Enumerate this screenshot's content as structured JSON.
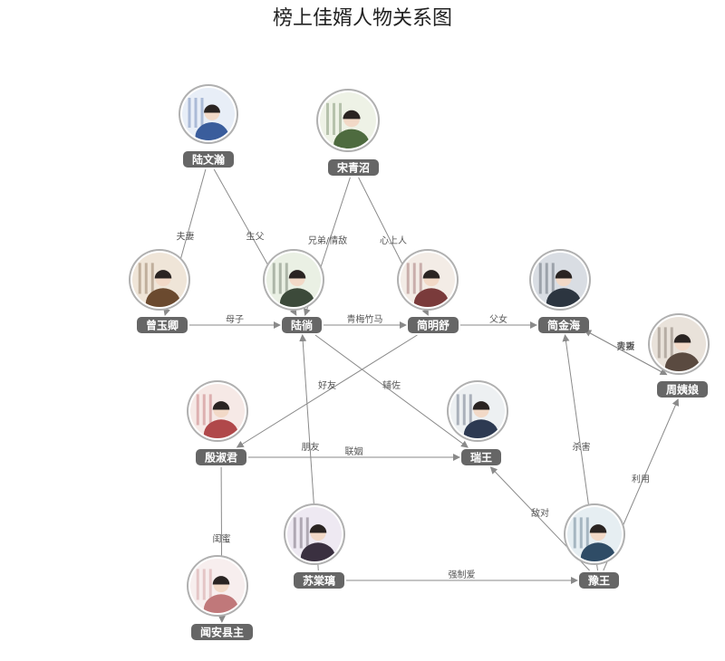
{
  "title": "榜上佳婿人物关系图",
  "colors": {
    "edge": "#8a8a8a",
    "node_label_bg": "#666666",
    "node_label_text": "#ffffff",
    "avatar_ring": "#b0b0b0"
  },
  "nodes": [
    {
      "id": "luwenhan",
      "label": "陆文瀚",
      "icon": "portrait-icon",
      "palette": [
        "#e8eef7",
        "#3a5d9c"
      ]
    },
    {
      "id": "songqingzhao",
      "label": "宋青沼",
      "icon": "portrait-icon",
      "palette": [
        "#eef2e6",
        "#4e6b3f"
      ]
    },
    {
      "id": "zengyuqing",
      "label": "曾玉卿",
      "icon": "portrait-icon",
      "palette": [
        "#efe5d8",
        "#6b4a2f"
      ]
    },
    {
      "id": "luxiao",
      "label": "陆徜",
      "icon": "portrait-icon",
      "palette": [
        "#eaf0e4",
        "#3c4a3a"
      ]
    },
    {
      "id": "jianmingshu",
      "label": "简明舒",
      "icon": "portrait-icon",
      "palette": [
        "#f3ece6",
        "#7a3b3b"
      ]
    },
    {
      "id": "jianjinhai",
      "label": "简金海",
      "icon": "portrait-icon",
      "palette": [
        "#d9dde3",
        "#2c3540"
      ]
    },
    {
      "id": "zhouyiniang",
      "label": "周姨娘",
      "icon": "portrait-icon",
      "palette": [
        "#e9e2da",
        "#5a4a40"
      ]
    },
    {
      "id": "yinshujun",
      "label": "殷淑君",
      "icon": "portrait-icon",
      "palette": [
        "#f6e9e6",
        "#b0484a"
      ]
    },
    {
      "id": "ruiwang",
      "label": "瑞王",
      "icon": "portrait-icon",
      "palette": [
        "#edf0f2",
        "#2d3a52"
      ]
    },
    {
      "id": "sutangli",
      "label": "苏棠璃",
      "icon": "portrait-icon",
      "palette": [
        "#eee9f2",
        "#3a3040"
      ]
    },
    {
      "id": "yuwang",
      "label": "豫王",
      "icon": "portrait-icon",
      "palette": [
        "#e6eef2",
        "#2f4c66"
      ]
    },
    {
      "id": "wenanxianzhu",
      "label": "闻安县主",
      "icon": "portrait-icon",
      "palette": [
        "#f7eeee",
        "#c0787a"
      ]
    }
  ],
  "edges": [
    {
      "source": "luwenhan",
      "target": "zengyuqing",
      "label": "夫妻"
    },
    {
      "source": "luwenhan",
      "target": "luxiao",
      "label": "生父"
    },
    {
      "source": "songqingzhao",
      "target": "luxiao",
      "label": "兄弟/情敌"
    },
    {
      "source": "songqingzhao",
      "target": "jianmingshu",
      "label": "心上人"
    },
    {
      "source": "zengyuqing",
      "target": "luxiao",
      "label": "母子"
    },
    {
      "source": "luxiao",
      "target": "jianmingshu",
      "label": "青梅竹马"
    },
    {
      "source": "jianmingshu",
      "target": "jianjinhai",
      "label": "父女"
    },
    {
      "source": "jianjinhai",
      "target": "zhouyiniang",
      "label": "背叛"
    },
    {
      "source": "zhouyiniang",
      "target": "jianjinhai",
      "label": "夫妻"
    },
    {
      "source": "jianmingshu",
      "target": "yinshujun",
      "label": "好友"
    },
    {
      "source": "luxiao",
      "target": "ruiwang",
      "label": "辅佐"
    },
    {
      "source": "yinshujun",
      "target": "ruiwang",
      "label": "联姻"
    },
    {
      "source": "sutangli",
      "target": "luxiao",
      "label": "朋友"
    },
    {
      "source": "yinshujun",
      "target": "wenanxianzhu",
      "label": "闺蜜"
    },
    {
      "source": "sutangli",
      "target": "yuwang",
      "label": "强制爱"
    },
    {
      "source": "yuwang",
      "target": "ruiwang",
      "label": "敌对"
    },
    {
      "source": "yuwang",
      "target": "jianjinhai",
      "label": "杀害"
    },
    {
      "source": "yuwang",
      "target": "zhouyiniang",
      "label": "利用"
    }
  ]
}
